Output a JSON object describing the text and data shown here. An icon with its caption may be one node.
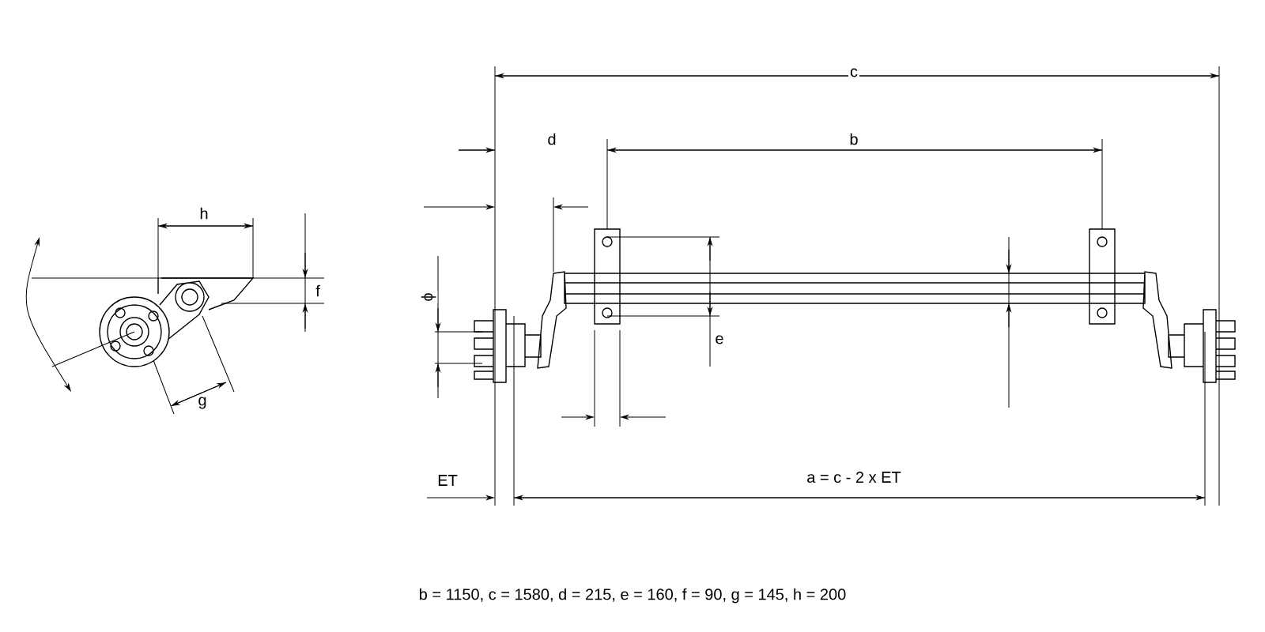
{
  "diagram": {
    "caption": "b = 1150, c = 1580, d = 215, e = 160, f = 90, g = 145, h = 200",
    "labels": [
      "h",
      "f",
      "g",
      "c",
      "d",
      "b",
      "ϕ",
      "e",
      "ET",
      "a = c - 2 x ET"
    ]
  }
}
